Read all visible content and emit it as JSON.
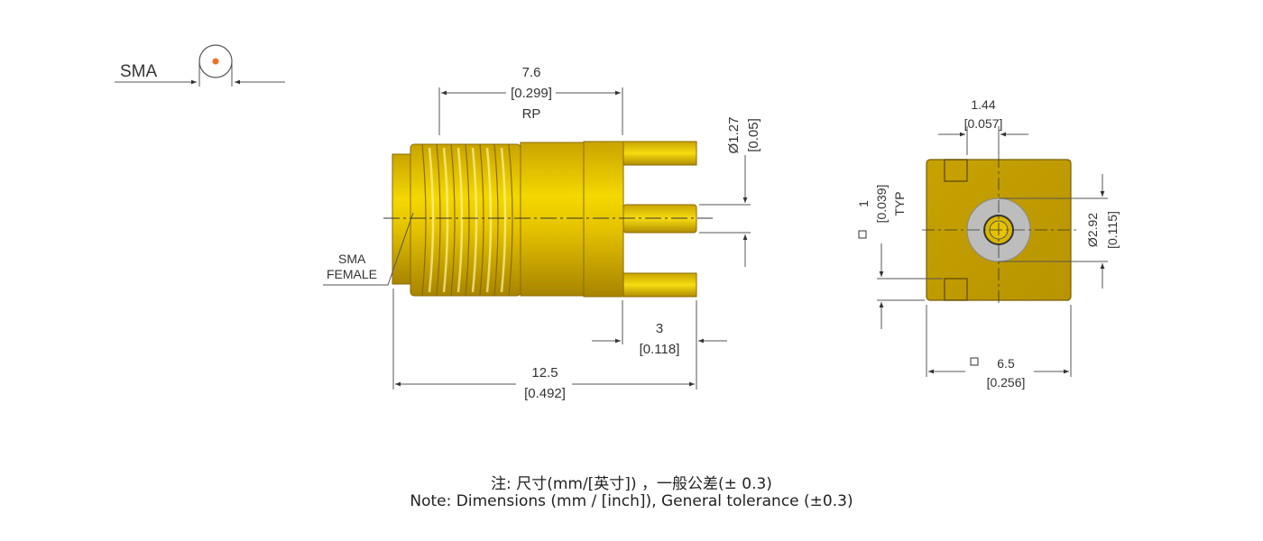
{
  "symbol": {
    "label": "SMA"
  },
  "side_view": {
    "connector_label": [
      "SMA",
      "FEMALE"
    ],
    "thread_dim": {
      "value": "7.6",
      "inch": "[0.299]",
      "note": "RP"
    },
    "pin_dia": {
      "value": "Ø1.27",
      "inch": "[0.05]"
    },
    "pin_len": {
      "value": "3",
      "inch": "[0.118]"
    },
    "overall_len": {
      "value": "12.5",
      "inch": "[0.492]"
    }
  },
  "front_view": {
    "leg_width": {
      "value": "1.44",
      "inch": "[0.057]"
    },
    "leg_sq": {
      "value": "1",
      "inch": "[0.039]",
      "note": "TYP"
    },
    "socket_dia": {
      "value": "Ø2.92",
      "inch": "[0.115]"
    },
    "body_sq": {
      "value": "6.5",
      "inch": "[0.256]"
    }
  },
  "colors": {
    "gold": "#d4b000",
    "gold_dark": "#8a6a00",
    "gold_light": "#f2d400",
    "insulator": "#bdbdbd",
    "accent": "#f07020"
  },
  "note": {
    "zh": "注: 尺寸(mm/[英寸]) ，一般公差(± 0.3)",
    "en": "Note: Dimensions (mm / [inch]), General tolerance (±0.3)"
  }
}
